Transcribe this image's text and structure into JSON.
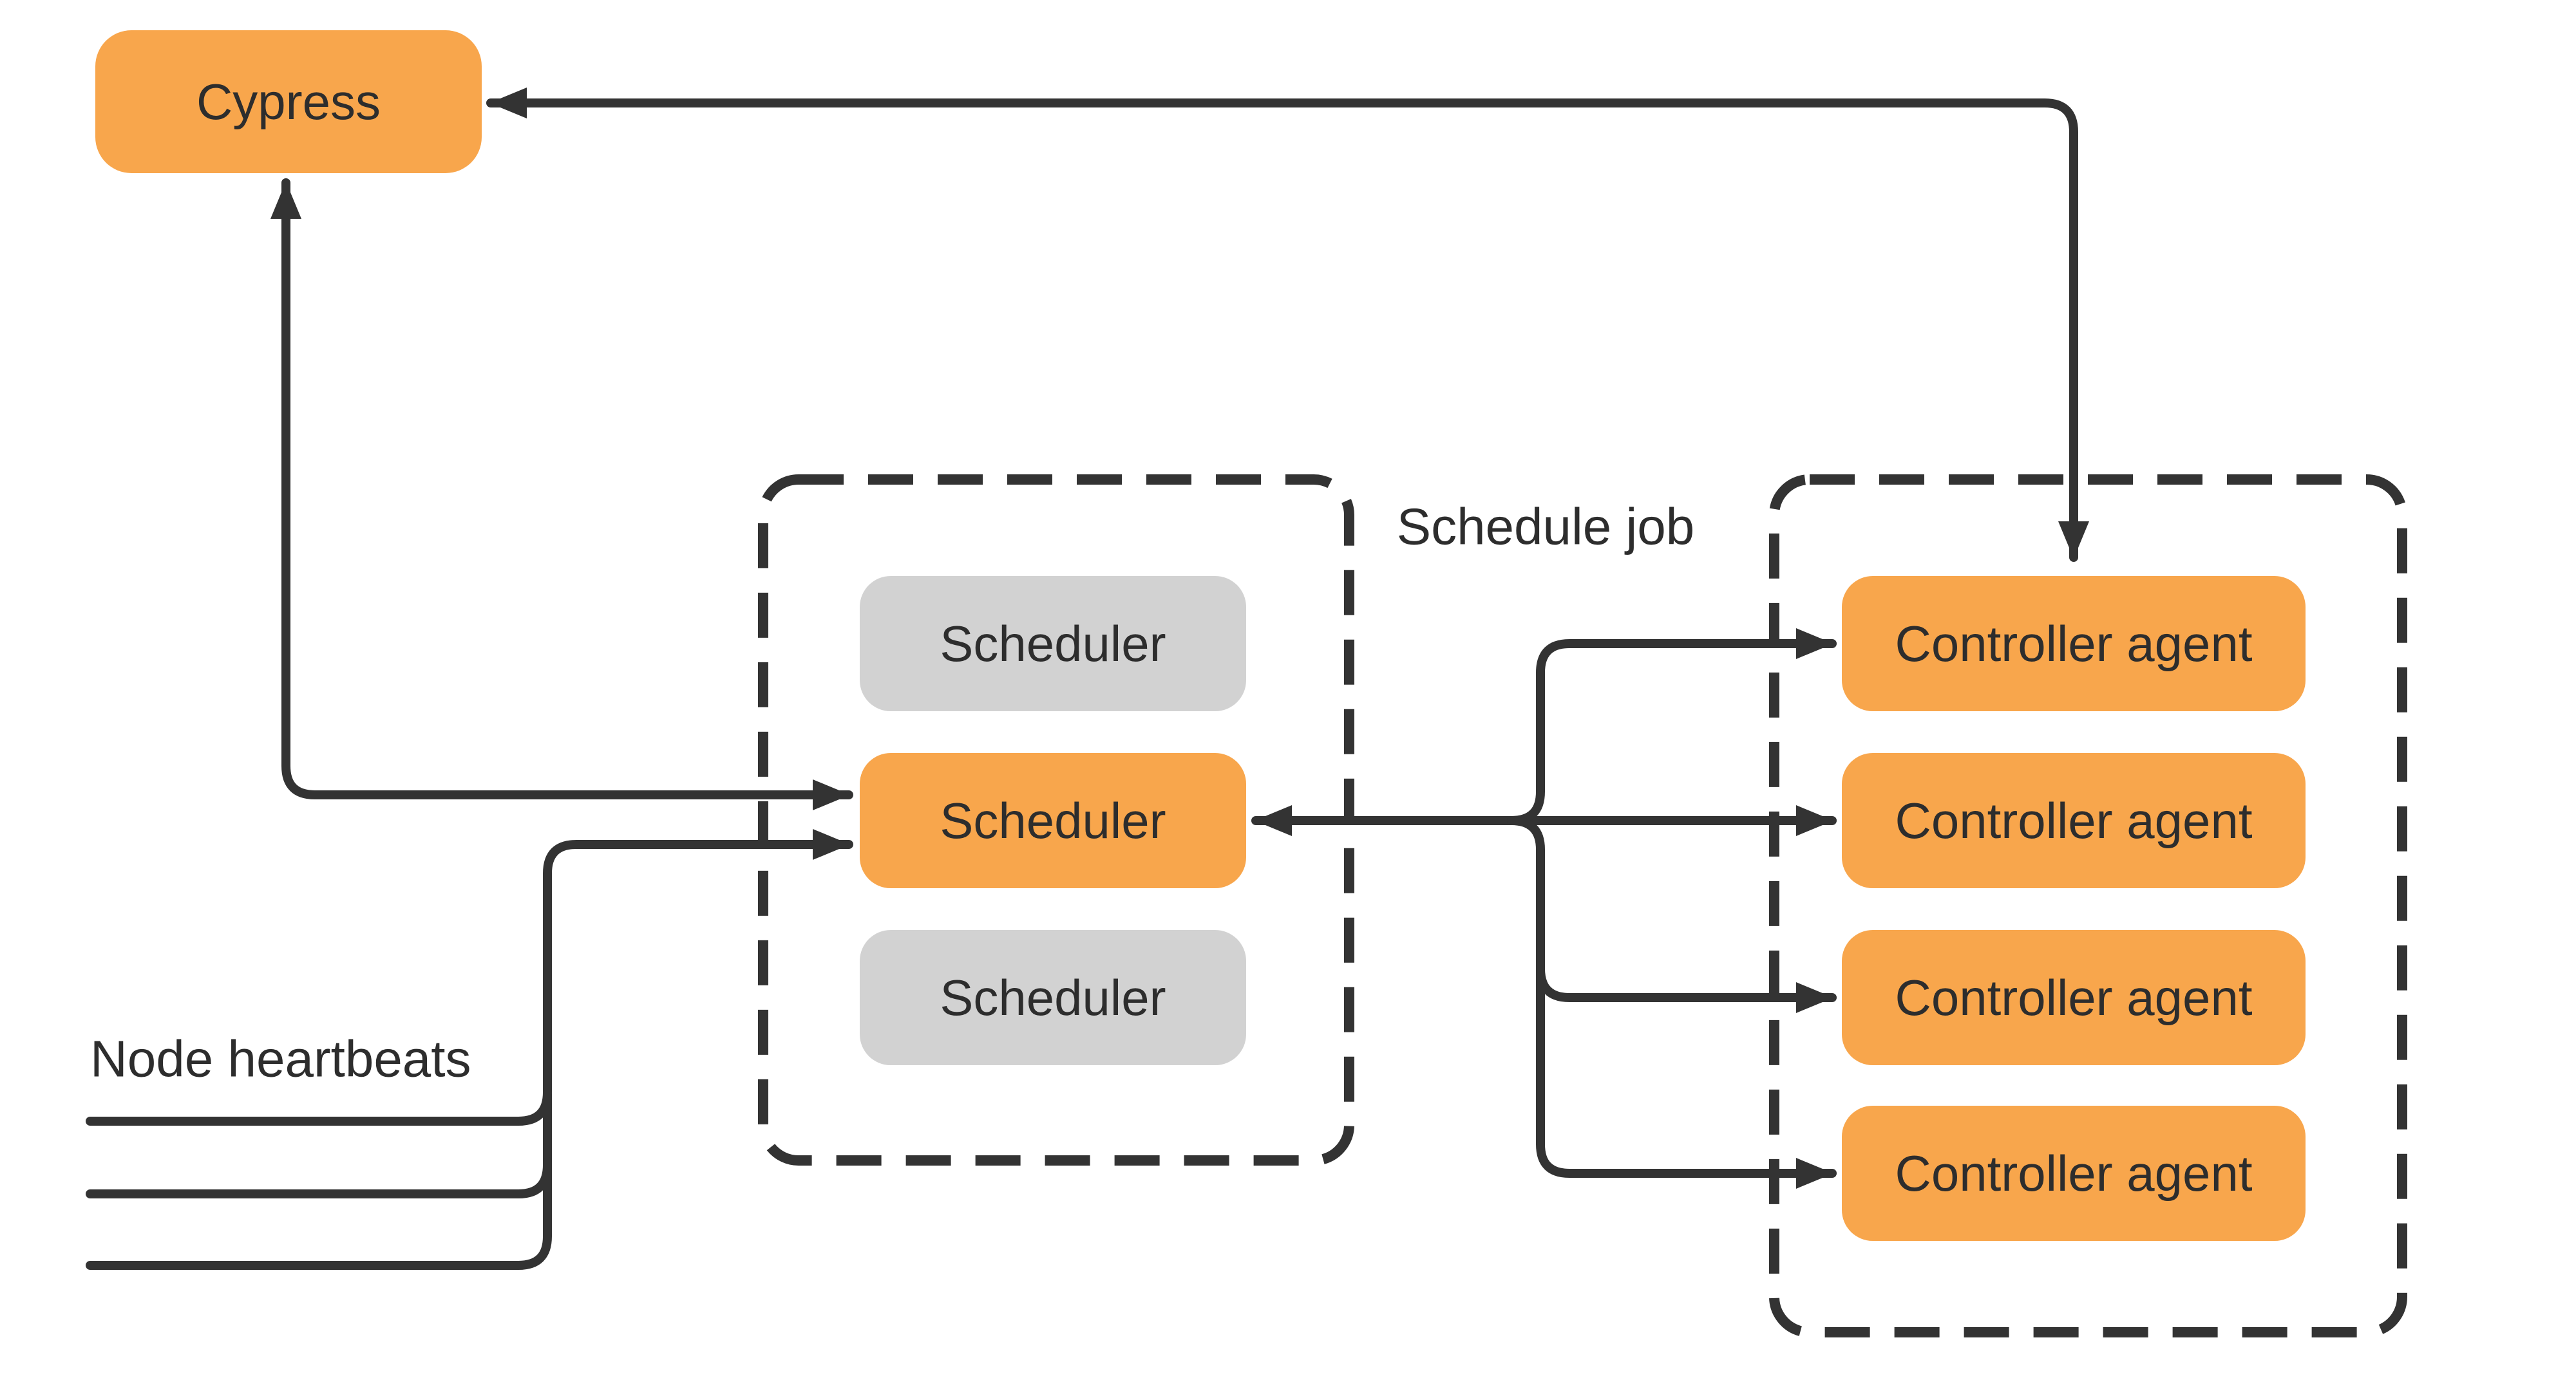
{
  "diagram": {
    "title_hint": "Cypress scheduling architecture diagram",
    "nodes": {
      "cypress": {
        "label": "Cypress",
        "state": "active"
      },
      "schedulers": [
        {
          "label": "Scheduler",
          "state": "standby"
        },
        {
          "label": "Scheduler",
          "state": "active"
        },
        {
          "label": "Scheduler",
          "state": "standby"
        }
      ],
      "controller_agents": [
        {
          "label": "Controller agent",
          "state": "active"
        },
        {
          "label": "Controller agent",
          "state": "active"
        },
        {
          "label": "Controller agent",
          "state": "active"
        },
        {
          "label": "Controller agent",
          "state": "active"
        }
      ]
    },
    "annotations": {
      "schedule_job": "Schedule job",
      "node_heartbeats": "Node heartbeats"
    },
    "edges": [
      {
        "name": "cypress-controller-feedback",
        "ends": [
          "cypress",
          "controller-agent-1"
        ],
        "arrows": "both"
      },
      {
        "name": "scheduler-cypress-elbow",
        "ends": [
          "cypress",
          "scheduler-2"
        ],
        "arrows": "both"
      },
      {
        "name": "heartbeats-to-scheduler",
        "ends": [
          "heartbeat-lines",
          "scheduler-2"
        ],
        "arrows": "end"
      },
      {
        "name": "scheduler-agent-fan",
        "ends": [
          "scheduler-2",
          "controller-agents-1-4"
        ],
        "arrows": "all"
      }
    ],
    "colors": {
      "active_orange": "#F8A64C",
      "standby_gray": "#D2D2D2",
      "line": "#333333",
      "text": "#2D2D2D",
      "background": "#FFFFFF"
    }
  }
}
